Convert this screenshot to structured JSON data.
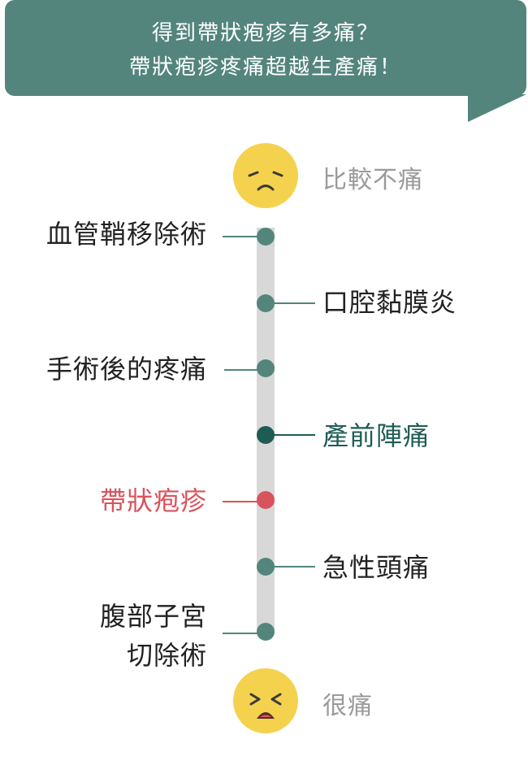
{
  "header": {
    "line1": "得到帶狀疱疹有多痛？",
    "line2": "帶狀疱疹疼痛超越生產痛！"
  },
  "scale": {
    "top_label": "比較不痛",
    "bottom_label": "很痛"
  },
  "items": [
    {
      "label": "血管鞘移除術",
      "side": "left",
      "highlight": "none"
    },
    {
      "label": "口腔黏膜炎",
      "side": "right",
      "highlight": "none"
    },
    {
      "label": "手術後的疼痛",
      "side": "left",
      "highlight": "none"
    },
    {
      "label": "產前陣痛",
      "side": "right",
      "highlight": "dark"
    },
    {
      "label": "帶狀疱疹",
      "side": "left",
      "highlight": "red"
    },
    {
      "label": "急性頭痛",
      "side": "right",
      "highlight": "none"
    },
    {
      "label_line1": "腹部子宮",
      "label_line2": "切除術",
      "side": "left",
      "highlight": "none"
    }
  ],
  "colors": {
    "teal": "#53857c",
    "dark_teal": "#1e5c53",
    "red": "#d9535c",
    "face": "#f4d24e"
  }
}
